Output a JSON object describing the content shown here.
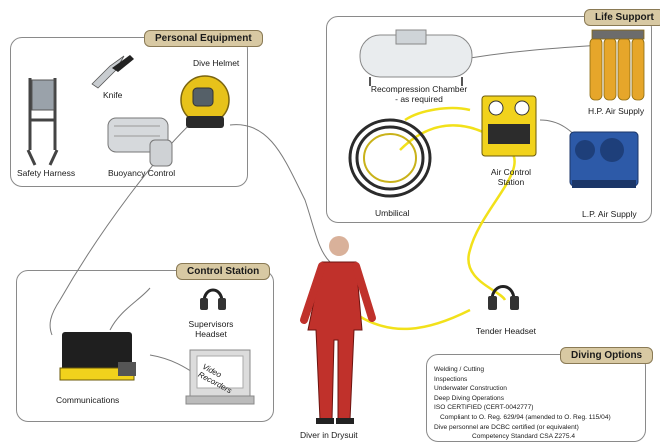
{
  "panels": {
    "personal_equipment": "Personal Equipment",
    "life_support": "Life Support",
    "control_station": "Control Station",
    "diving_options": "Diving Options"
  },
  "labels": {
    "knife": "Knife",
    "dive_helmet": "Dive Helmet",
    "safety_harness": "Safety Harness",
    "buoyancy_control": "Buoyancy Control",
    "recompression_line1": "Recompression Chamber",
    "recompression_line2": "- as required",
    "hp_air": "H.P. Air Supply",
    "air_control_line1": "Air Control",
    "air_control_line2": "Station",
    "umbilical": "Umbilical",
    "lp_air": "L.P. Air Supply",
    "supervisors_line1": "Supervisors",
    "supervisors_line2": "Headset",
    "communications": "Communications",
    "video_recorders_line1": "Video",
    "video_recorders_line2": "Recorders",
    "tender_headset": "Tender Headset",
    "diver": "Diver in Drysuit"
  },
  "diving_options": [
    "Welding / Cutting",
    "Inspections",
    "Underwater Construction",
    "Deep Diving Operations",
    "ISO CERTIFIED (CERT-0042777)",
    "Compliant to O. Reg. 629/94 (amended to O. Reg. 115/04)",
    "Dive personnel are DCBC certified (or equivalent)",
    "Competency Standard CSA Z275.4"
  ],
  "colors": {
    "tag_fill": "#d8c9a3",
    "umbilical_line": "#f2e11a",
    "drysuit": "#c0312b"
  }
}
